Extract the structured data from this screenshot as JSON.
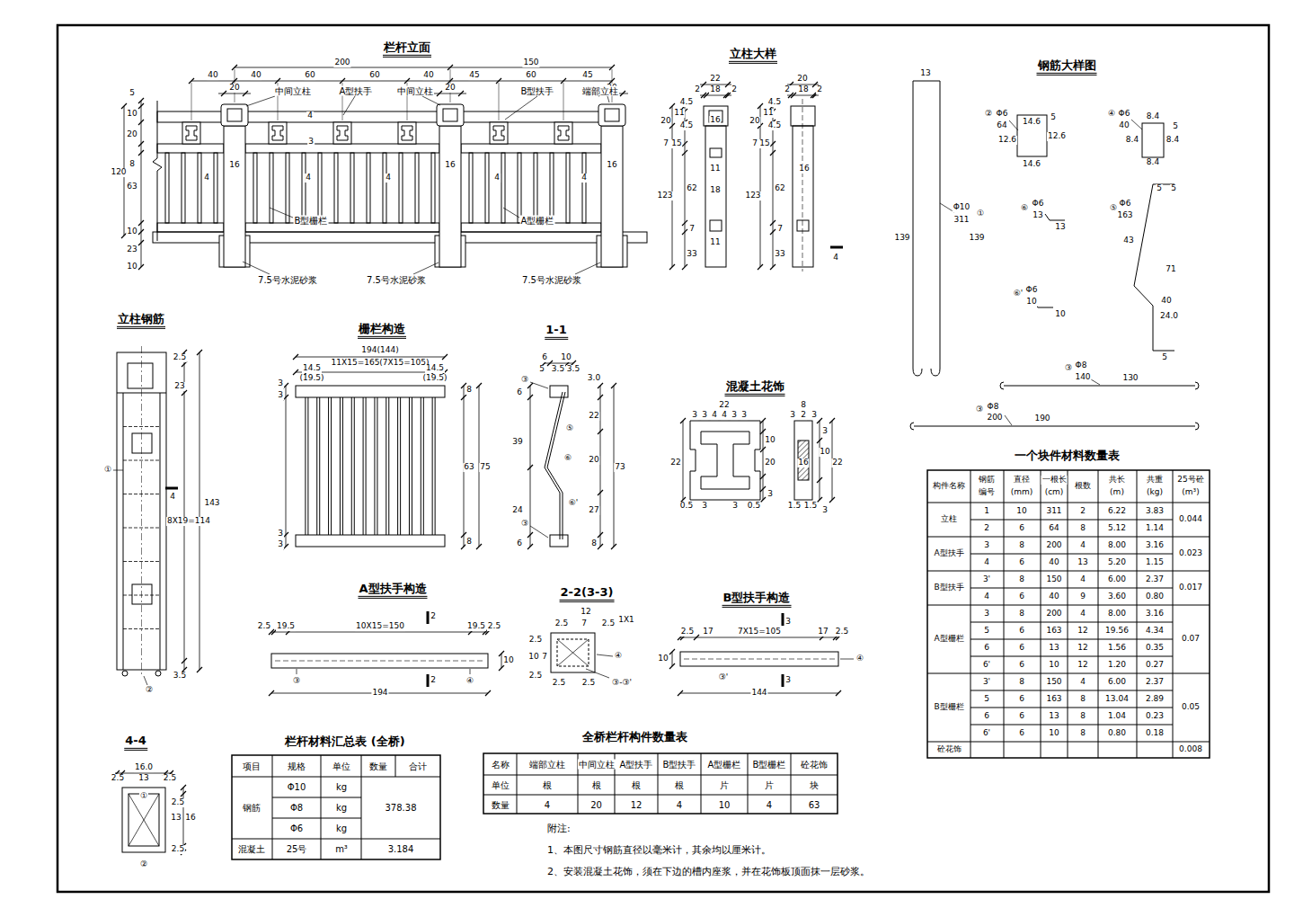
{
  "diagram": {
    "labels": [
      "栏杆立面",
      "200",
      "150",
      "40",
      "40",
      "60",
      "60",
      "40",
      "45",
      "60",
      "45",
      "20",
      "20",
      "20",
      "中间立柱",
      "A型扶手",
      "中间立柱",
      "B型扶手",
      "端部立柱",
      "5",
      "10",
      "20",
      "120",
      "8",
      "63",
      "10",
      "23",
      "10",
      "4",
      "3",
      "16",
      "4",
      "4",
      "4",
      "16",
      "4",
      "4",
      "16",
      "B型栅栏",
      "A型栅栏",
      "7.5号水泥砂浆",
      "7.5号水泥砂浆",
      "7.5号水泥砂浆",
      "立柱大样",
      "22",
      "2",
      "18",
      "2",
      "20",
      "4.5",
      "11",
      "4.5",
      "7",
      "15",
      "16",
      "11",
      "18",
      "62",
      "123",
      "7",
      "11",
      "33",
      "20",
      "2",
      "18",
      "2",
      "20",
      "4.5",
      "11",
      "4.5",
      "7",
      "15",
      "16",
      "62",
      "123",
      "7",
      "33",
      "4",
      "钢筋大样图",
      "13",
      "Φ10",
      "311",
      "①",
      "139",
      "139",
      "②",
      "Φ6",
      "64",
      "14.6",
      "12.6",
      "5",
      "12.6",
      "14.6",
      "④",
      "Φ6",
      "40",
      "8.4",
      "8.4",
      "8.4",
      "8.4",
      "5",
      "⑥",
      "Φ6",
      "13",
      "13",
      "⑤",
      "Φ6",
      "163",
      "5",
      "5",
      "43",
      "71",
      "40",
      "24.0",
      "5",
      "⑥'",
      "Φ6",
      "10",
      "10",
      "③",
      "Φ8",
      "140",
      "130",
      "③",
      "Φ8",
      "200",
      "190",
      "立柱钢筋",
      "2.5",
      "23",
      "①",
      "4",
      "143",
      "8X19=114",
      "3.5",
      "②",
      "栅栏构造",
      "194(144)",
      "11X15=165(7X15=105)",
      "14.5",
      "(19.5)",
      "14.5",
      "(19.5)",
      "3",
      "3",
      "8",
      "63",
      "75",
      "3",
      "3",
      "8",
      "1-1",
      "6",
      "10",
      "5",
      "3.5",
      "3.5",
      "3.0",
      "③",
      "6",
      "22",
      "39",
      "⑤",
      "⑥",
      "20",
      "73",
      "⑥'",
      "24",
      "27",
      "③",
      "6",
      "8",
      "混凝土花饰",
      "22",
      "3",
      "3",
      "4",
      "4",
      "3",
      "3",
      "10",
      "20",
      "3",
      "22",
      "0.5",
      "3",
      "3",
      "0.5",
      "8",
      "3",
      "2",
      "3",
      "3",
      "10",
      "16",
      "22",
      "3",
      "1.5",
      "1.5",
      "A型扶手构造",
      "2.5",
      "19.5",
      "10X15=150",
      "19.5",
      "2.5",
      "2",
      "2",
      "10",
      "③",
      "④",
      "194",
      "2-2(3-3)",
      "12",
      "2.5",
      "7",
      "2.5",
      "1X1",
      "2.5",
      "10",
      "7",
      "2.5",
      "④",
      "③-③'",
      "2.5",
      "2.5",
      "B型扶手构造",
      "2.5",
      "17",
      "7X15=105",
      "17",
      "2.5",
      "3",
      "3",
      "10",
      "④",
      "③'",
      "144",
      "4-4",
      "16.0",
      "2.5",
      "13",
      "2.5",
      "①",
      "2.5",
      "13",
      "16",
      "2.5",
      "②",
      "栏杆材料汇总表 (全桥)",
      "项目",
      "规格",
      "单位",
      "数量",
      "合计",
      "钢筋",
      "Φ10",
      "kg",
      "Φ8",
      "kg",
      "Φ6",
      "kg",
      "378.38",
      "混凝土",
      "25号",
      "m³",
      "3.184",
      "全桥栏杆构件数量表",
      "名称",
      "端部立柱",
      "中间立柱",
      "A型扶手",
      "B型扶手",
      "A型栅栏",
      "B型栅栏",
      "砼花饰",
      "单位",
      "根",
      "根",
      "根",
      "根",
      "片",
      "片",
      "块",
      "数量",
      "4",
      "20",
      "12",
      "4",
      "10",
      "4",
      "63",
      "附注:",
      "1、本图尺寸钢筋直径以毫米计，其余均以厘米计。",
      "2、安装混凝土花饰，须在下边的槽内座浆，并在花饰板顶面抹一层砂浆。",
      "一个块件材料数量表",
      "构件名称",
      "钢筋",
      "编号",
      "直径",
      "(mm)",
      "一根长",
      "(cm)",
      "根数",
      "共长",
      "(m)",
      "共重",
      "(kg)",
      "25号砼",
      "(m³)",
      "立柱",
      "1",
      "10",
      "311",
      "2",
      "6.22",
      "3.83",
      "2",
      "6",
      "64",
      "8",
      "5.12",
      "1.14",
      "0.044",
      "A型扶手",
      "3",
      "8",
      "200",
      "4",
      "8.00",
      "3.16",
      "4",
      "6",
      "40",
      "13",
      "5.20",
      "1.15",
      "0.023",
      "B型扶手",
      "3'",
      "8",
      "150",
      "4",
      "6.00",
      "2.37",
      "4",
      "6",
      "40",
      "9",
      "3.60",
      "0.80",
      "0.017",
      "A型栅栏",
      "3",
      "8",
      "200",
      "4",
      "8.00",
      "3.16",
      "5",
      "6",
      "163",
      "12",
      "19.56",
      "4.34",
      "6",
      "6",
      "13",
      "12",
      "1.56",
      "0.35",
      "6'",
      "6",
      "10",
      "12",
      "1.20",
      "0.27",
      "0.07",
      "B型栅栏",
      "3'",
      "8",
      "150",
      "4",
      "6.00",
      "2.37",
      "5",
      "6",
      "163",
      "8",
      "13.04",
      "2.89",
      "6",
      "6",
      "13",
      "8",
      "1.04",
      "0.23",
      "6'",
      "6",
      "10",
      "8",
      "0.80",
      "0.18",
      "0.05",
      "砼花饰",
      "0.008"
    ]
  }
}
